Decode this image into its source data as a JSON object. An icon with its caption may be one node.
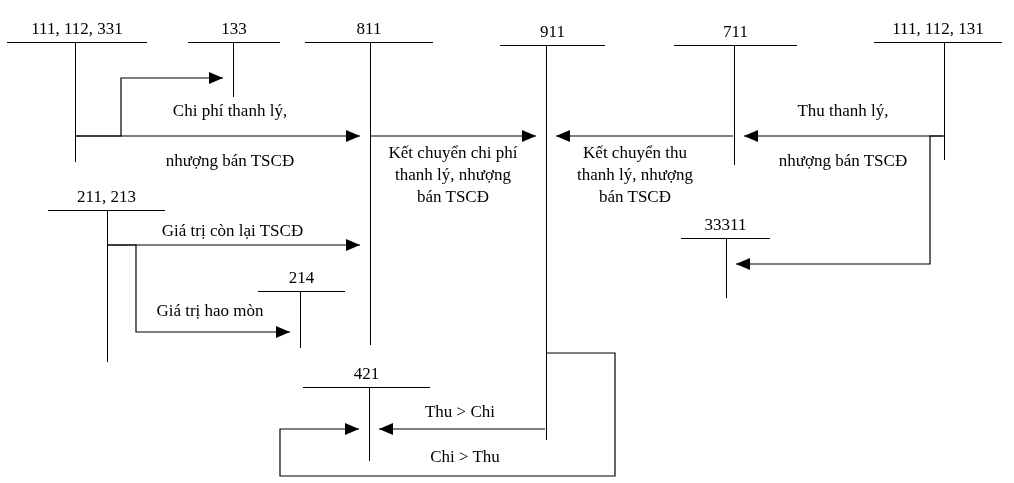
{
  "diagram": {
    "nodes": [
      {
        "text": [
          "111, 112, 331"
        ]
      },
      {
        "text": [
          "133"
        ]
      },
      {
        "text": [
          "811"
        ]
      },
      {
        "text": [
          "911"
        ]
      },
      {
        "text": [
          "711"
        ]
      },
      {
        "text": [
          "111, 112, 131"
        ]
      },
      {
        "text": [
          "211, 213"
        ]
      },
      {
        "text": [
          "214"
        ]
      },
      {
        "text": [
          "33311"
        ]
      },
      {
        "text": [
          "421"
        ]
      }
    ],
    "edges": [
      {
        "from": 0,
        "to": 2,
        "arrow": "to",
        "label": "Chi phí thanh lý, nhượng bán TSCĐ"
      },
      {
        "from": 0,
        "to": 1,
        "arrow": "to"
      },
      {
        "from": 2,
        "to": 3,
        "arrow": "to",
        "label": "Kết chuyển chi phí thanh lý, nhượng bán TSCĐ"
      },
      {
        "from": 4,
        "to": 3,
        "arrow": "to",
        "label": "Kết chuyển thu thanh lý, nhượng bán TSCĐ"
      },
      {
        "from": 5,
        "to": 4,
        "arrow": "to",
        "label": "Thu thanh lý, nhượng bán TSCĐ"
      },
      {
        "from": 5,
        "to": 8,
        "arrow": "to"
      },
      {
        "from": 6,
        "to": 2,
        "arrow": "to",
        "label": "Giá trị còn lại TSCĐ"
      },
      {
        "from": 6,
        "to": 7,
        "arrow": "to",
        "label": "Giá trị hao mòn"
      },
      {
        "from": 3,
        "to": 9,
        "arrow": "to",
        "label": "Thu > Chi"
      },
      {
        "from": 3,
        "to": 9,
        "arrow": "to",
        "label": "Chi > Thu"
      }
    ]
  }
}
